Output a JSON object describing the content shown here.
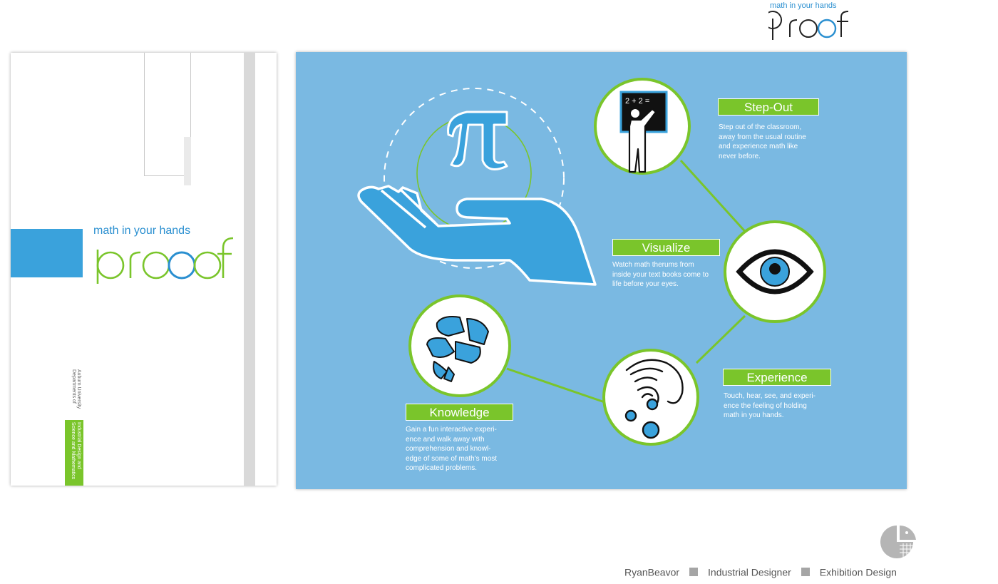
{
  "top_logo": {
    "tagline": "math in your hands",
    "wordmark": "proof"
  },
  "left_panel": {
    "tagline": "math in your hands",
    "wordmark": "proof",
    "vertical_text": [
      "Auburn University",
      "Departments of",
      "Industrial Design and",
      "Science and Mathematics"
    ]
  },
  "right_panel": {
    "hero_icons": [
      "pi-icon",
      "hand-icon"
    ],
    "step_out": {
      "label": "Step-Out",
      "lines": [
        "Step out of the classroom,",
        "away from the usual routine",
        "and experience math like",
        "never before."
      ],
      "board_text": "2 + 2 =",
      "icon": "teacher-icon"
    },
    "visualize": {
      "label": "Visualize",
      "lines": [
        "Watch  math therums from",
        "inside your text books come to",
        "life before your eyes."
      ],
      "icon": "eye-icon"
    },
    "experience": {
      "label": "Experience",
      "lines": [
        "Touch, hear, see, and experi-",
        "ence the feeling of holding",
        "math in you hands."
      ],
      "icon": "hand-touch-icon"
    },
    "knowledge": {
      "label": "Knowledge",
      "lines": [
        "Gain a fun interactive experi-",
        "ence and walk away with",
        "comprehension and knowl-",
        "edge of some of math's most",
        "complicated problems."
      ],
      "icon": "brain-icon"
    }
  },
  "footer": {
    "name": "RyanBeavor",
    "role": "Industrial Designer",
    "project": "Exhibition Design",
    "logo_icon": "designer-logo-icon"
  },
  "colors": {
    "blue": "#3aa2dc",
    "panel_blue": "#7ab9e2",
    "green": "#7ac52b",
    "gray": "#a5a5a5"
  }
}
